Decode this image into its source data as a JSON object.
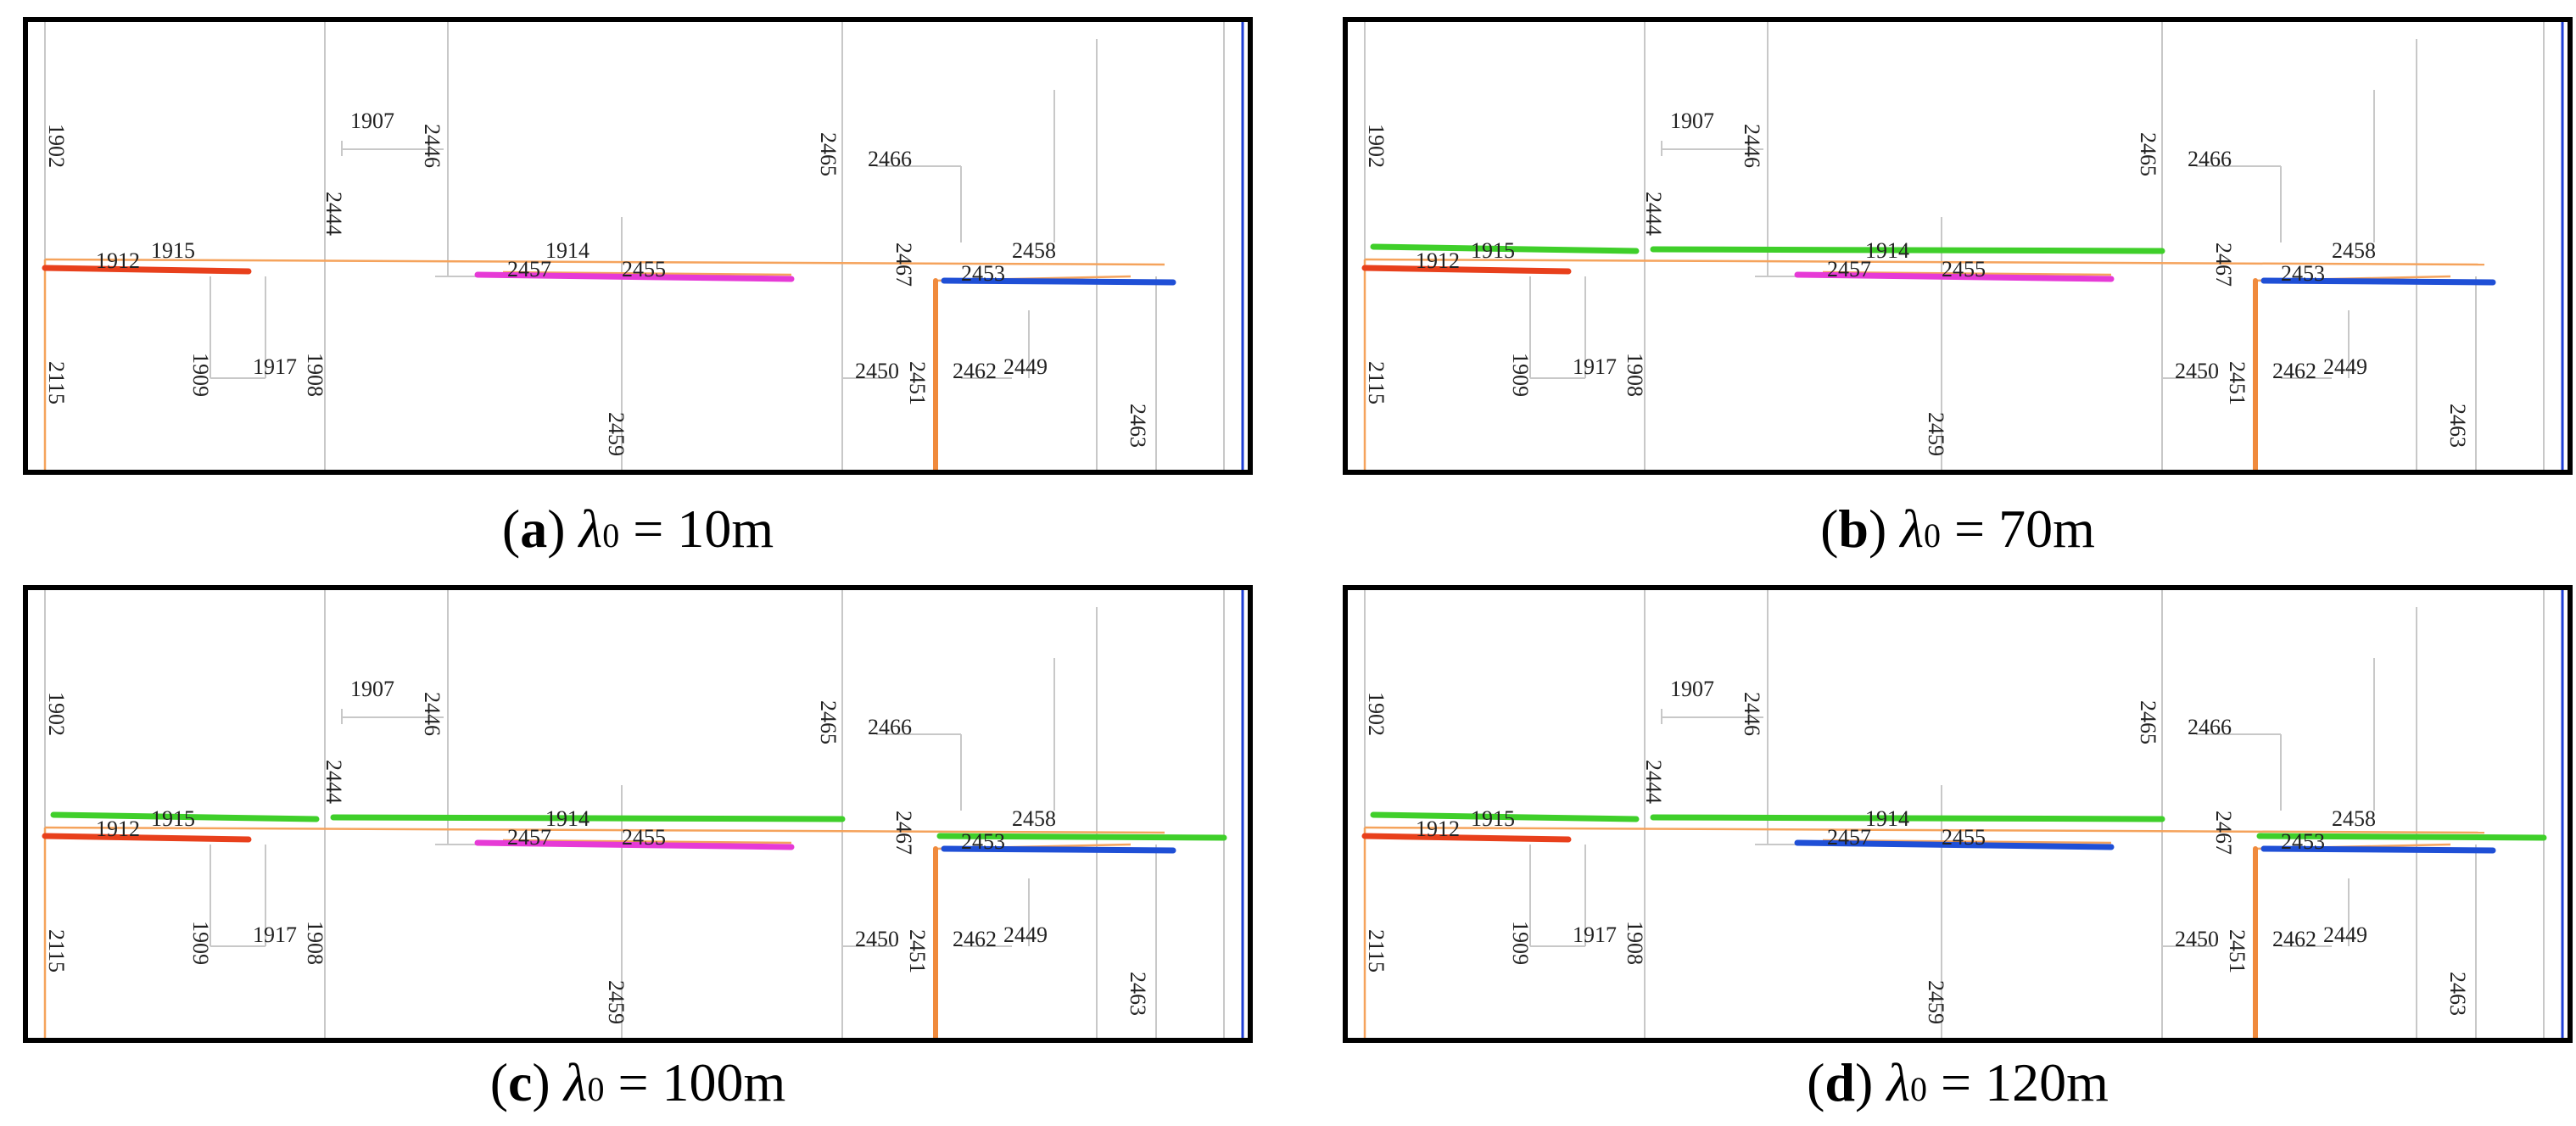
{
  "panels": [
    {
      "id": "a",
      "letter": "a",
      "lambda_symbol": "λ",
      "lambda_sub": "0",
      "eq": "=",
      "value": "10m",
      "highlights": [
        {
          "seg": "left_mid",
          "color": "#e8401c"
        },
        {
          "seg": "pink",
          "color": "#e63ad6"
        },
        {
          "seg": "right_mid",
          "color": "#1f4fd6"
        },
        {
          "seg": "vert_2451",
          "color": "#f08a3c"
        }
      ]
    },
    {
      "id": "b",
      "letter": "b",
      "lambda_symbol": "λ",
      "lambda_sub": "0",
      "eq": "=",
      "value": "70m",
      "highlights": [
        {
          "seg": "left_top",
          "color": "#3fcf2a"
        },
        {
          "seg": "mid_top",
          "color": "#3fcf2a"
        },
        {
          "seg": "left_mid",
          "color": "#e8401c"
        },
        {
          "seg": "pink",
          "color": "#e63ad6"
        },
        {
          "seg": "right_mid",
          "color": "#1f4fd6"
        },
        {
          "seg": "vert_2451",
          "color": "#f08a3c"
        }
      ]
    },
    {
      "id": "c",
      "letter": "c",
      "lambda_symbol": "λ",
      "lambda_sub": "0",
      "eq": "=",
      "value": "100m",
      "highlights": [
        {
          "seg": "left_top",
          "color": "#3fcf2a"
        },
        {
          "seg": "mid_top",
          "color": "#3fcf2a"
        },
        {
          "seg": "right_top",
          "color": "#3fcf2a"
        },
        {
          "seg": "left_mid",
          "color": "#e8401c"
        },
        {
          "seg": "pink",
          "color": "#e63ad6"
        },
        {
          "seg": "right_mid",
          "color": "#1f4fd6"
        },
        {
          "seg": "vert_2451",
          "color": "#f08a3c"
        }
      ]
    },
    {
      "id": "d",
      "letter": "d",
      "lambda_symbol": "λ",
      "lambda_sub": "0",
      "eq": "=",
      "value": "120m",
      "highlights": [
        {
          "seg": "left_top",
          "color": "#3fcf2a"
        },
        {
          "seg": "mid_top",
          "color": "#3fcf2a"
        },
        {
          "seg": "right_top",
          "color": "#3fcf2a"
        },
        {
          "seg": "left_mid",
          "color": "#e8401c"
        },
        {
          "seg": "pink",
          "color": "#1f4fd6"
        },
        {
          "seg": "right_mid",
          "color": "#1f4fd6"
        },
        {
          "seg": "vert_2451",
          "color": "#f08a3c"
        }
      ]
    }
  ],
  "labels": {
    "l1902": "1902",
    "l1907": "1907",
    "l2446": "2446",
    "l2444": "2444",
    "l2465": "2465",
    "l2466": "2466",
    "l1915": "1915",
    "l1914": "1914",
    "l2467": "2467",
    "l2458": "2458",
    "l1912": "1912",
    "l2457": "2457",
    "l2455": "2455",
    "l2453": "2453",
    "l2115": "2115",
    "l1909": "1909",
    "l1917": "1917",
    "l1908": "1908",
    "l2459": "2459",
    "l2450": "2450",
    "l2451": "2451",
    "l2462": "2462",
    "l2449": "2449",
    "l2463": "2463"
  },
  "colors": {
    "base_line": "#f4c89a",
    "thin_line": "#c8c8c8",
    "orange_base": "#f5a35c",
    "frame": "#000000"
  }
}
